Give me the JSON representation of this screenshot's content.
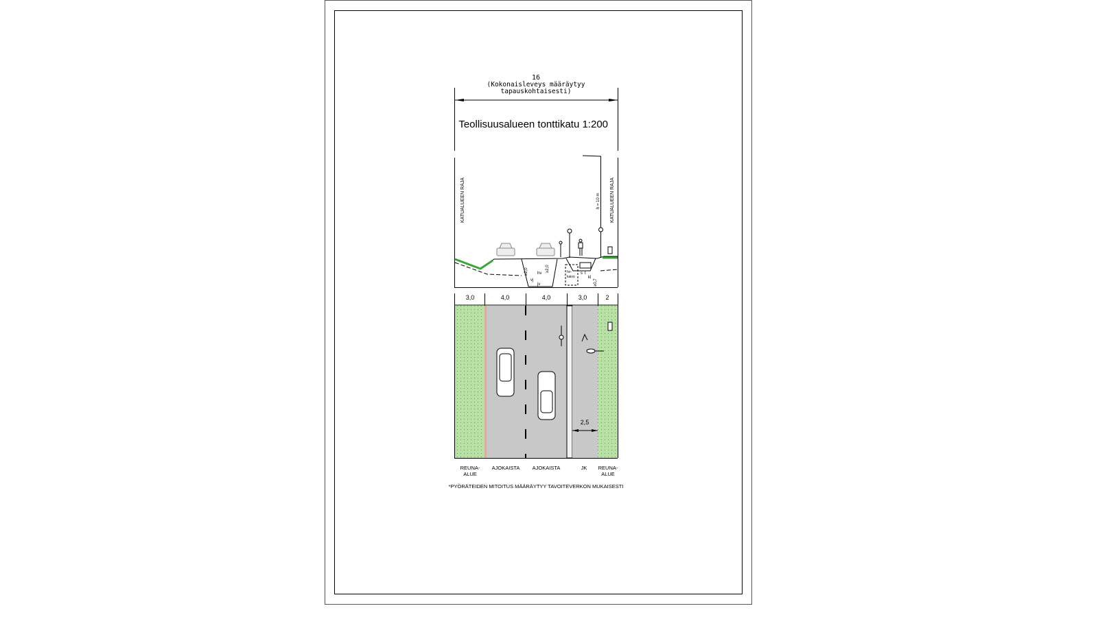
{
  "title": "Teollisuusalueen tonttikatu 1:200",
  "total_width": {
    "value": "16",
    "note_line1": "(Kokonaisleveys määräytyy",
    "note_line2": "tapauskohtaisesti)"
  },
  "boundary_label_left": "KATUALUEEN RAJA",
  "boundary_label_right": "KATUALUEEN RAJA",
  "pole_height": "h = 10 m",
  "section_labels": {
    "depth1": "≥2,0",
    "depth2": "≥2,0",
    "vj": "vj",
    "jv": "jv",
    "hv": "hv",
    "hv_kaivo_1": "hv-",
    "hv_kaivo_2": "kaivo",
    "min_depth": "≥0,7",
    "s": "s",
    "t": "t",
    "kl": "kl"
  },
  "widths": [
    "3,0",
    "4,0",
    "4,0",
    "3,0",
    "2"
  ],
  "inner_dim": "2,5",
  "zones": [
    {
      "l1": "REUNA-",
      "l2": "ALUE"
    },
    {
      "l1": "AJOKAISTA",
      "l2": ""
    },
    {
      "l1": "AJOKAISTA",
      "l2": ""
    },
    {
      "l1": "JK",
      "l2": ""
    },
    {
      "l1": "REUNA-",
      "l2": "ALUE"
    }
  ],
  "footnote": "*PYÖRÄTEIDEN MITOITUS MÄÄRÄYTYY TAVOITEVERKON MUKAISESTI",
  "colors": {
    "green": "#b9e0a5",
    "road": "#c8c8c8",
    "grass": "#3aa63a"
  }
}
